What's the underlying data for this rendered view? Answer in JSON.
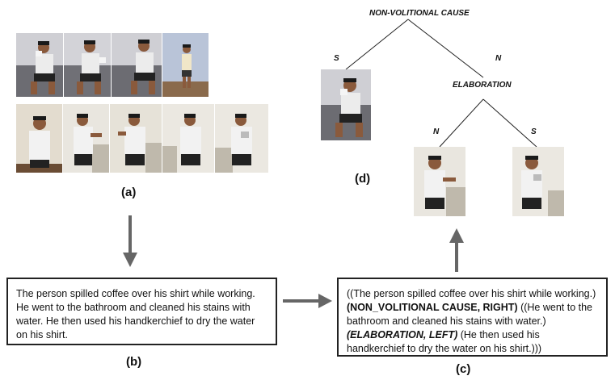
{
  "panel_labels": {
    "a": "(a)",
    "b": "(b)",
    "c": "(c)",
    "d": "(d)"
  },
  "text_b": "The person spilled coffee over his shirt while working. He went to the bathroom and cleaned his stains with water. He then used his handkerchief to dry the water on his shirt.",
  "text_c": {
    "part1": "((The person spilled coffee over his shirt while working.) ",
    "tag1": "(NON_VOLITIONAL CAUSE, RIGHT)",
    "part2": " ((He went to the bathroom and cleaned his stains with water.) ",
    "tag2": "(ELABORATION, LEFT)",
    "part3": " (He then used his handkerchief to dry the water on his shirt.)))"
  },
  "tree": {
    "root": "NON-VOLITIONAL CAUSE",
    "child": "ELABORATION",
    "edge_root_left": "S",
    "edge_root_right": "N",
    "edge_child_left": "N",
    "edge_child_right": "S"
  },
  "colors": {
    "shirt": "#e9e9e9",
    "shorts": "#1e1e1e",
    "skin": "#8a5a3c",
    "hair": "#1a1a1a",
    "sofa": "#6f6f74",
    "wall": "#d9d9dc",
    "floor": "#8a6a4c"
  }
}
